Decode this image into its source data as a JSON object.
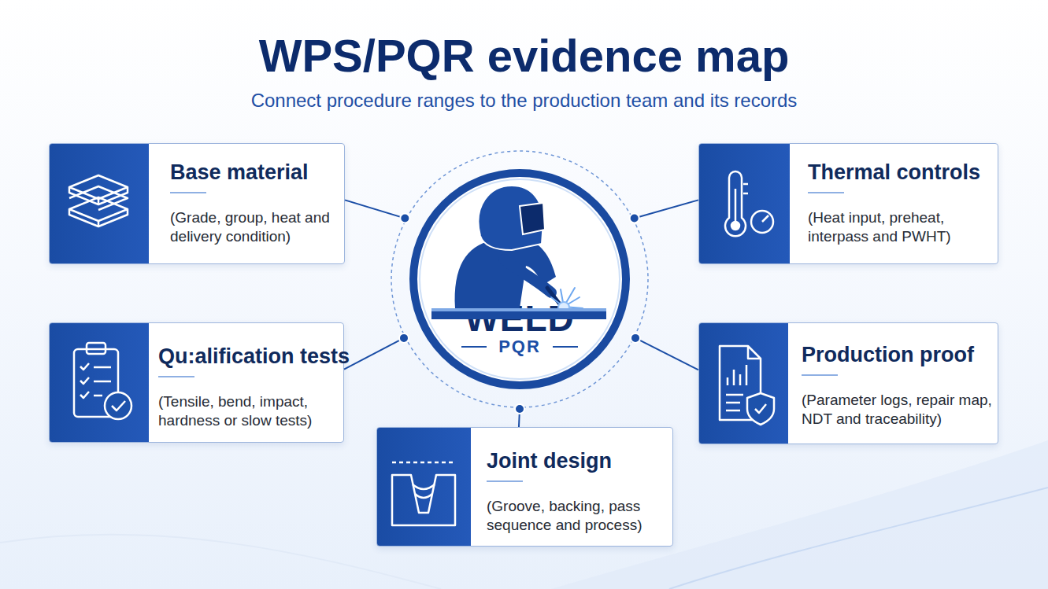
{
  "diagram": {
    "title": "WPS/PQR evidence map",
    "caption": "Connect procedure ranges to the production team and its records",
    "nodes": [
      {
        "text": [
          "Base material",
          "(Grade, group, heat and delivery condition)"
        ]
      },
      {
        "text": [
          "WELD",
          "PQR"
        ]
      },
      {
        "text": [
          "Thermal controls",
          "(Heat input, preheat, interpass and PWHT)"
        ]
      },
      {
        "text": [
          "Qu:alification tests",
          "(Tensile, bend, impact, hardness or slow tests)"
        ]
      },
      {
        "text": [
          "Production proof",
          "(Parameter logs, repair map, NDT and traceability)"
        ]
      },
      {
        "text": [
          "Joint design",
          "(Groove, backing, pass sequence and process)"
        ]
      }
    ],
    "edges": [
      {
        "from": 0,
        "to": 1,
        "arrow": "none"
      },
      {
        "from": 2,
        "to": 1,
        "arrow": "none"
      },
      {
        "from": 3,
        "to": 1,
        "arrow": "none"
      },
      {
        "from": 4,
        "to": 1,
        "arrow": "none"
      },
      {
        "from": 5,
        "to": 1,
        "arrow": "none"
      }
    ]
  }
}
